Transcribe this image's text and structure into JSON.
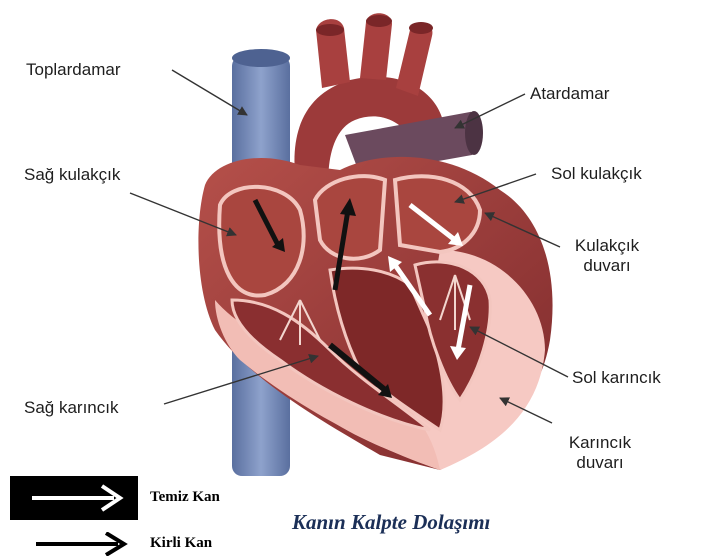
{
  "labels": {
    "toplardamar": "Toplardamar",
    "atardamar": "Atardamar",
    "sag_kulakcik": "Sağ kulakçık",
    "sol_kulakcik": "Sol kulakçık",
    "kulakcik_duvari_1": "Kulakçık",
    "kulakcik_duvari_2": "duvarı",
    "sol_karincik": "Sol karıncık",
    "sag_karincik": "Sağ karıncık",
    "karincik_duvari_1": "Karıncık",
    "karincik_duvari_2": "duvarı"
  },
  "legend": {
    "clean": "Temiz Kan",
    "dirty": "Kirli Kan"
  },
  "caption": "Kanın Kalpte Dolaşımı",
  "colors": {
    "muscle": "#9c3a3a",
    "muscle_dark": "#6e1f22",
    "chamber": "#a9463f",
    "wall_pink": "#f6c9c3",
    "vein_blue": "#6f86b8",
    "aorta_dark": "#6b4a5e",
    "caption": "#1b2f57"
  }
}
